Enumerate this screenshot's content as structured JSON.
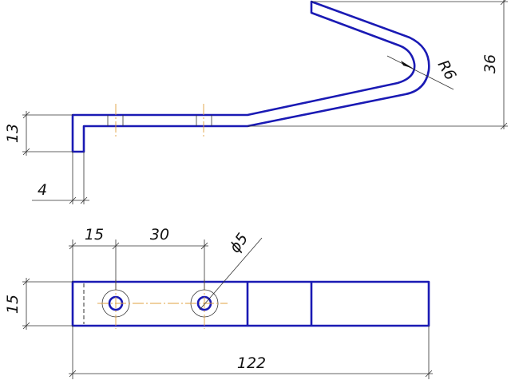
{
  "drawing": {
    "units": "mm",
    "colors": {
      "part_outline": "#1a1ab4",
      "centerline": "#e0a040",
      "dimension": "#333333"
    },
    "side_view": {
      "dimensions": {
        "flange_height": "13",
        "thickness": "4",
        "overall_height": "36",
        "bend_radius": "R6"
      }
    },
    "plan_view": {
      "dimensions": {
        "edge_to_hole": "15",
        "hole_spacing": "30",
        "hole_diameter": "ϕ5",
        "width": "15",
        "overall_length": "122"
      }
    }
  }
}
